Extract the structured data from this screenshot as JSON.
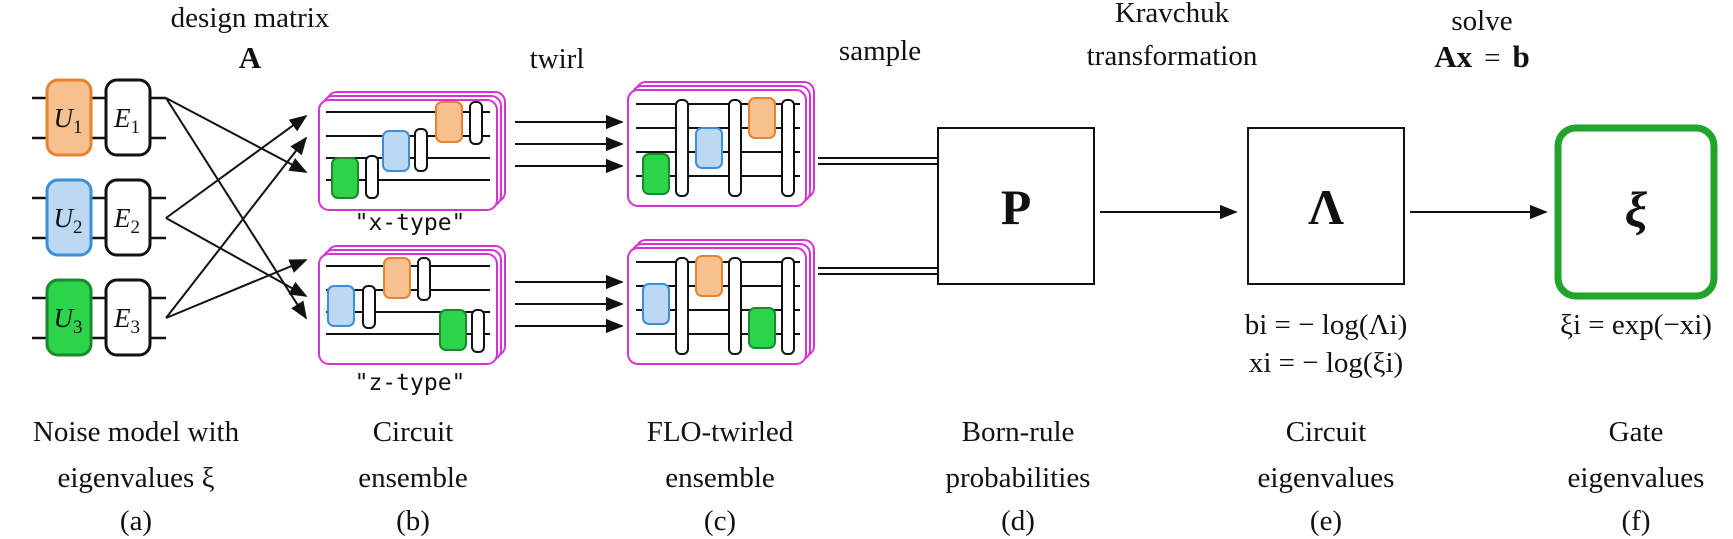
{
  "top_labels": {
    "design_matrix": "design matrix",
    "design_matrix_symbol": "A",
    "twirl": "twirl",
    "sample": "sample",
    "kravchuk_line1": "Kravchuk",
    "kravchuk_line2": "transformation",
    "solve": "solve",
    "solve_eq_lhs": "Ax",
    "solve_eq_eq": "=",
    "solve_eq_rhs": "b"
  },
  "gates": [
    {
      "unitary": "U",
      "unitary_sub": "1",
      "channel": "E",
      "channel_sub": "1",
      "color": "#f7c08f",
      "border": "#e8822d"
    },
    {
      "unitary": "U",
      "unitary_sub": "2",
      "channel": "E",
      "channel_sub": "2",
      "color": "#bcd8f3",
      "border": "#3b8fd9"
    },
    {
      "unitary": "U",
      "unitary_sub": "3",
      "channel": "E",
      "channel_sub": "3",
      "color": "#2bd44a",
      "border": "#1a8a2c"
    }
  ],
  "ensemble_labels": {
    "x_type": "\"x-type\"",
    "z_type": "\"z-type\""
  },
  "boxes": {
    "probabilities_symbol": "P",
    "circuit_eigen_symbol": "Λ",
    "gate_eigen_symbol": "ξ"
  },
  "equations": {
    "b_eq": "bi = − log(Λi)",
    "x_eq": "xi = − log(ξi)",
    "xi_eq": "ξi = exp(−xi)"
  },
  "captions": [
    {
      "line1": "Noise model with",
      "line2": "eigenvalues ξ",
      "letter": "(a)"
    },
    {
      "line1": "Circuit",
      "line2": "ensemble",
      "letter": "(b)"
    },
    {
      "line1": "FLO-twirled",
      "line2": "ensemble",
      "letter": "(c)"
    },
    {
      "line1": "Born-rule",
      "line2": "probabilities",
      "letter": "(d)"
    },
    {
      "line1": "Circuit",
      "line2": "eigenvalues",
      "letter": "(e)"
    },
    {
      "line1": "Gate",
      "line2": "eigenvalues",
      "letter": "(f)"
    }
  ],
  "colors": {
    "orange_fill": "#f7c08f",
    "orange_border": "#e8822d",
    "blue_fill": "#bcd8f3",
    "blue_border": "#3b8fd9",
    "green_fill": "#2bd44a",
    "green_border": "#1a8a2c",
    "stack_border": "#d633d6",
    "final_box_border": "#22a32c"
  }
}
